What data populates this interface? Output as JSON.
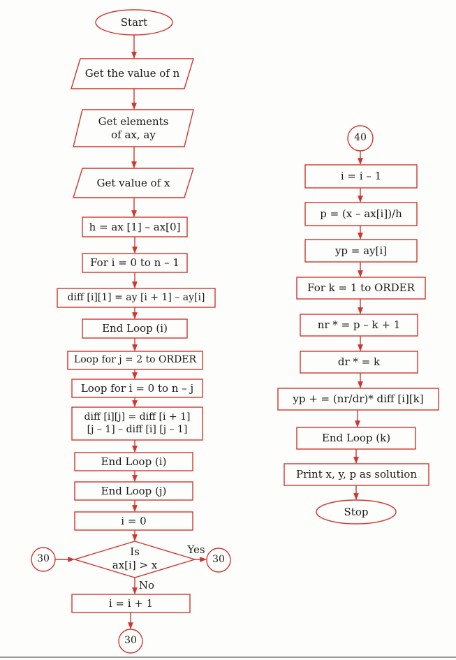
{
  "accent_color": "#d0352f",
  "left_column": {
    "start": "Start",
    "get_n": "Get the value of n",
    "get_elements": "Get elements\nof ax, ay",
    "get_x": "Get value of x",
    "h_calc": "h = ax [1] – ax[0]",
    "for_i": "For i = 0 to n – 1",
    "diff_first": "diff [i][1] = ay [i + 1] – ay[i]",
    "end_loop_i_1": "End Loop (i)",
    "loop_j": "Loop for j = 2 to ORDER",
    "loop_i_nj": "Loop for i = 0 to n – j",
    "diff_ij": "diff [i][j] = diff [i + 1]\n[j – 1] – diff [i] [j – 1]",
    "end_loop_i_2": "End Loop (i)",
    "end_loop_j": "End Loop (j)",
    "i_zero": "i = 0",
    "decision": "Is\nax[i] > x",
    "yes_label": "Yes",
    "no_label": "No",
    "connector_in": "30",
    "connector_yes": "30",
    "i_increment": "i = i + 1",
    "connector_bottom": "30"
  },
  "right_column": {
    "connector_40": "40",
    "i_decrement": "i = i – 1",
    "p_calc": "p = (x – ax[i])/h",
    "yp_init": "yp = ay[i]",
    "for_k": "For k = 1 to ORDER",
    "nr_calc": "nr * = p – k + 1",
    "dr_calc": "dr * = k",
    "yp_update": "yp + = (nr/dr)* diff [i][k]",
    "end_loop_k": "End Loop (k)",
    "print": "Print x, y, p as solution",
    "stop": "Stop"
  }
}
